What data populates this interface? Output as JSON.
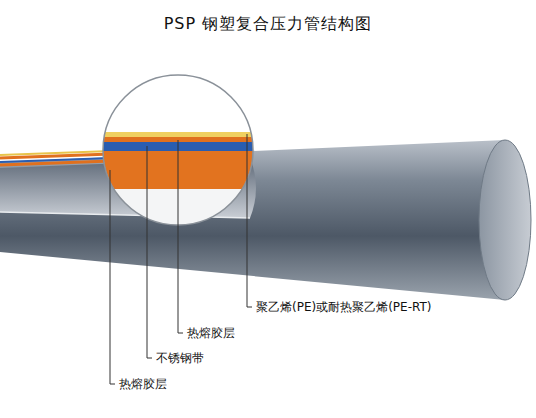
{
  "diagram": {
    "title": "PSP 钢塑复合压力管结构图",
    "labels": [
      "聚乙烯(PE)或耐热聚乙烯(PE-RT)",
      "热熔胶层",
      "不锈钢带",
      "热熔胶层"
    ]
  }
}
